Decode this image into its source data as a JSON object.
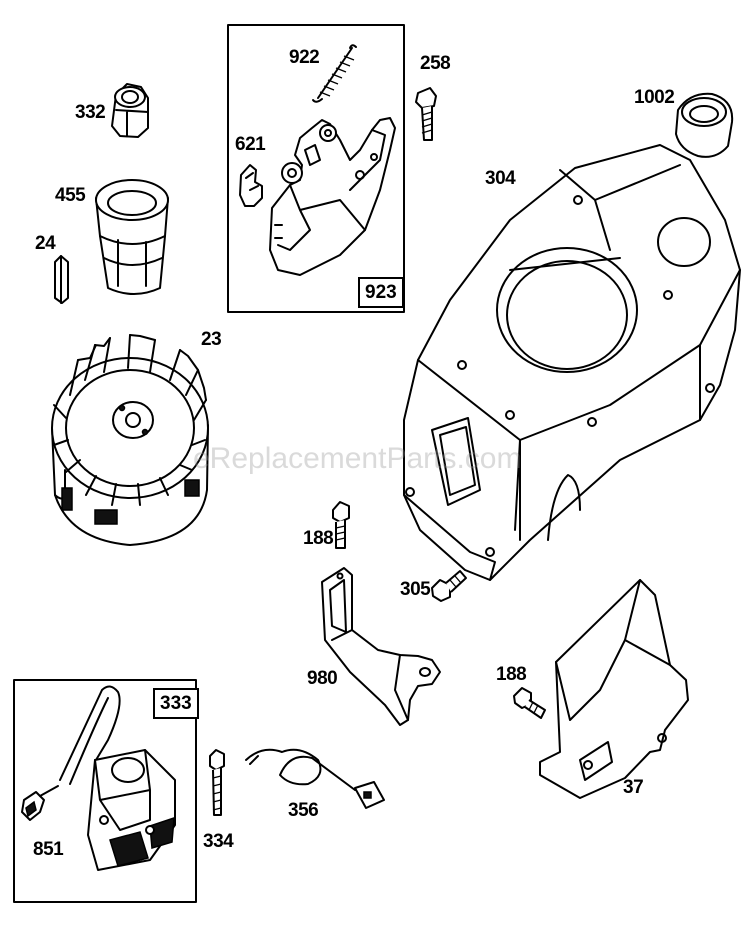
{
  "watermark": "eReplacementParts.com",
  "labels": {
    "p332": "332",
    "p455": "455",
    "p24": "24",
    "p23": "23",
    "p922": "922",
    "p621": "621",
    "p923": "923",
    "p258": "258",
    "p1002": "1002",
    "p304": "304",
    "p188a": "188",
    "p305": "305",
    "p980": "980",
    "p188b": "188",
    "p37": "37",
    "p333": "333",
    "p851": "851",
    "p334": "334",
    "p356": "356"
  }
}
